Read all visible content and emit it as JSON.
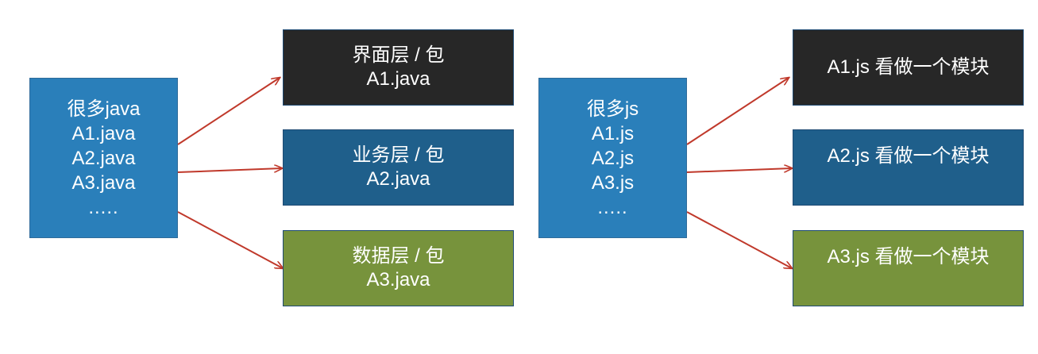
{
  "left": {
    "source": {
      "lines": [
        "很多java",
        "A1.java",
        "A2.java",
        "A3.java",
        "....."
      ]
    },
    "targets": [
      {
        "lines": [
          "界面层 / 包",
          "A1.java"
        ],
        "color": "#272727"
      },
      {
        "lines": [
          "业务层 / 包",
          "A2.java"
        ],
        "color": "#1f5f8b"
      },
      {
        "lines": [
          "数据层 / 包",
          "A3.java"
        ],
        "color": "#77933c"
      }
    ]
  },
  "right": {
    "source": {
      "lines": [
        "很多js",
        "A1.js",
        "A2.js",
        "A3.js",
        "....."
      ]
    },
    "targets": [
      {
        "lines": [
          "A1.js 看做一个模块"
        ],
        "color": "#272727"
      },
      {
        "lines": [
          "A2.js 看做一个模块"
        ],
        "color": "#1f5f8b"
      },
      {
        "lines": [
          "A3.js 看做一个模块"
        ],
        "color": "#77933c"
      }
    ]
  },
  "colors": {
    "source_box": "#2a7fba",
    "arrow": "#c0392b"
  }
}
